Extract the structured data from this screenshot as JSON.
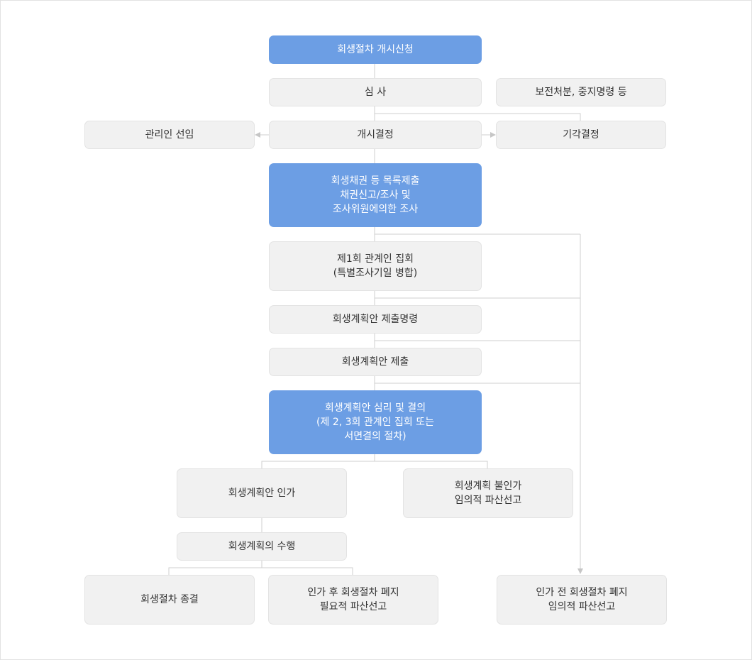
{
  "colors": {
    "primary_step": "#6c9ee4",
    "step": "#f1f1f1",
    "connector": "#cfcfcf"
  },
  "steps": {
    "start": [
      "회생절차 개시신청"
    ],
    "review": [
      "심 사"
    ],
    "preservation": [
      "보전처분, 중지명령 등"
    ],
    "administrator": [
      "관리인 선임"
    ],
    "commencement": [
      "개시결정"
    ],
    "dismissal": [
      "기각결정"
    ],
    "claims": [
      "회생채권 등 목록제출",
      "채권신고/조사 및",
      "조사위원에의한 조사"
    ],
    "first_meeting": [
      "제1회 관계인 집회",
      "(특별조사기일 병합)"
    ],
    "plan_order": [
      "회생계획안 제출명령"
    ],
    "plan_submit": [
      "회생계획안 제출"
    ],
    "plan_review": [
      "회생계획안 심리 및 결의",
      "(제 2, 3회 관계인 집회 또는",
      "서면결의 절차)"
    ],
    "approval": [
      "회생계획안 인가"
    ],
    "disapproval": [
      "회생계획 불인가",
      "임의적 파산선고"
    ],
    "execution": [
      "회생계획의 수행"
    ],
    "termination": [
      "회생절차 종결"
    ],
    "post_abolition": [
      "인가 후 회생절차 폐지",
      "필요적 파산선고"
    ],
    "pre_abolition": [
      "인가 전 회생절차 폐지",
      "임의적 파산선고"
    ]
  }
}
